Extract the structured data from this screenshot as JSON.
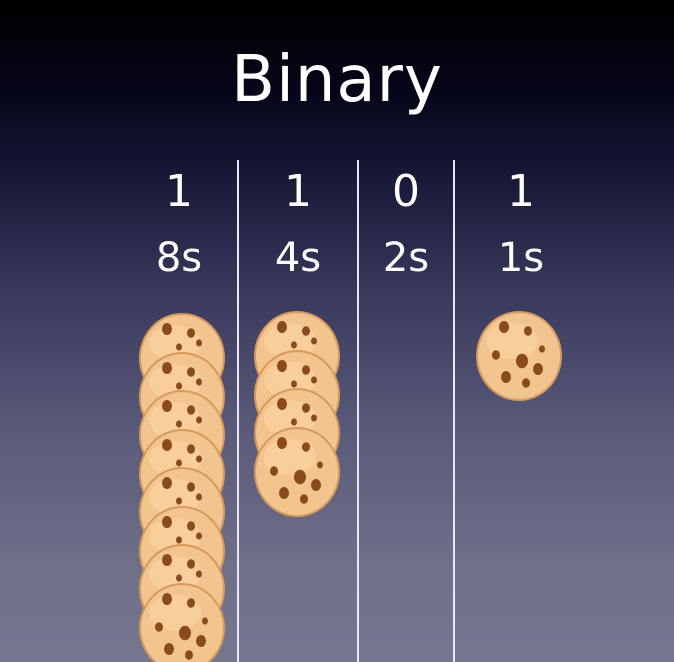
{
  "title": "Binary",
  "columns": [
    {
      "digit": "1",
      "label": "8s",
      "cookie_count": 8
    },
    {
      "digit": "1",
      "label": "4s",
      "cookie_count": 4
    },
    {
      "digit": "0",
      "label": "2s",
      "cookie_count": 0
    },
    {
      "digit": "1",
      "label": "1s",
      "cookie_count": 1
    }
  ],
  "colors": {
    "cookie": "#f2c58e",
    "cookie_edge": "#d79a5a",
    "chip": "#8a4a1e",
    "divider": "#e8e8ee",
    "text": "#ffffff"
  },
  "icons": {
    "cookie": "cookie-icon"
  }
}
